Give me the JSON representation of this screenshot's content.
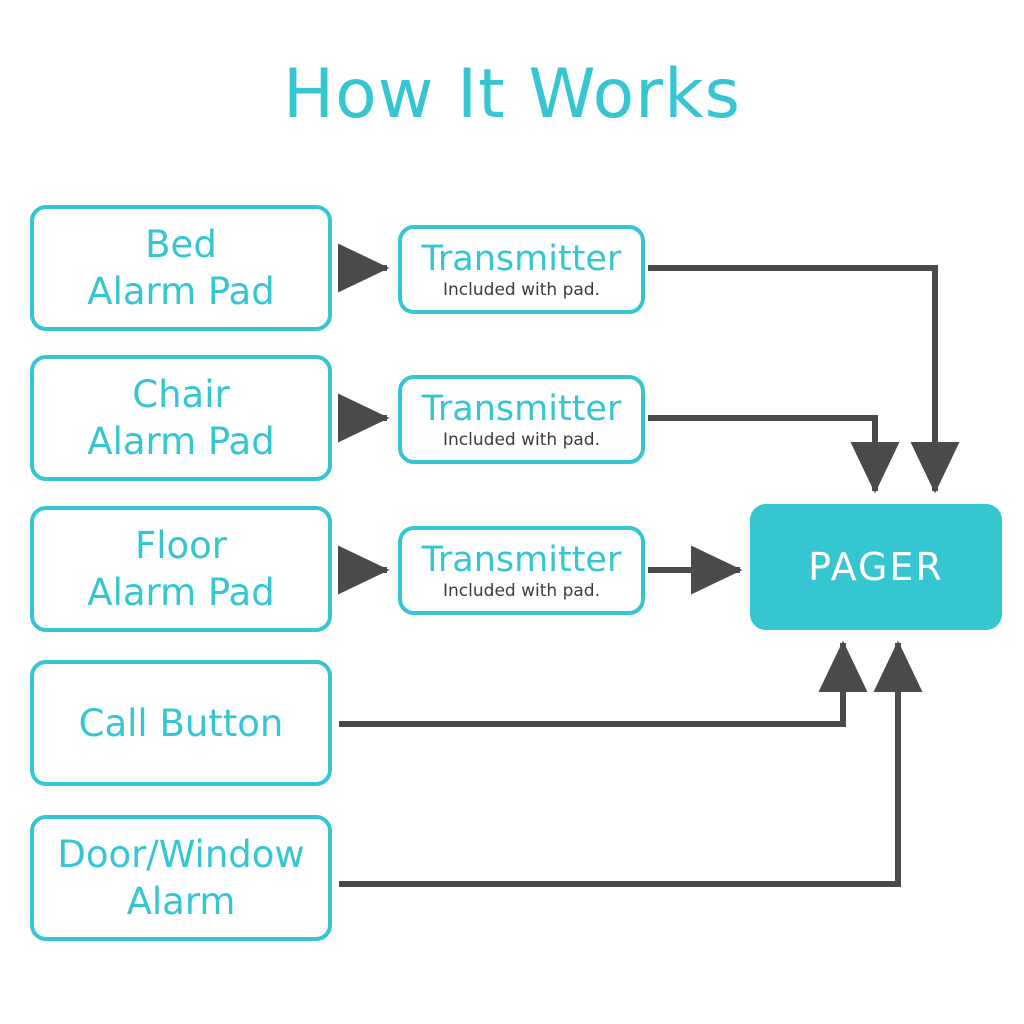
{
  "title": "How It Works",
  "palette": {
    "teal": "#35c6d2",
    "teal_fill": "#35c6d2",
    "wire_gray": "#4a4a4a",
    "caption_gray": "#3b3b3b",
    "background": "#ffffff",
    "pager_text": "#ffffff"
  },
  "nodes": {
    "bed_pad": {
      "label": "Bed\nAlarm Pad"
    },
    "chair_pad": {
      "label": "Chair\nAlarm Pad"
    },
    "floor_pad": {
      "label": "Floor\nAlarm Pad"
    },
    "call_button": {
      "label": "Call Button"
    },
    "door_window": {
      "label": "Door/Window\nAlarm"
    },
    "transmitter_bed": {
      "title": "Transmitter",
      "subtitle": "Included with pad."
    },
    "transmitter_chair": {
      "title": "Transmitter",
      "subtitle": "Included with pad."
    },
    "transmitter_floor": {
      "title": "Transmitter",
      "subtitle": "Included with pad."
    },
    "pager": {
      "label": "PAGER"
    }
  },
  "connections": [
    {
      "from": "bed_pad",
      "to": "transmitter_bed",
      "style": "straight-arrow"
    },
    {
      "from": "chair_pad",
      "to": "transmitter_chair",
      "style": "straight-arrow"
    },
    {
      "from": "floor_pad",
      "to": "transmitter_floor",
      "style": "straight-arrow"
    },
    {
      "from": "transmitter_bed",
      "to": "pager",
      "style": "elbow-right-down"
    },
    {
      "from": "transmitter_chair",
      "to": "pager",
      "style": "elbow-right-down"
    },
    {
      "from": "transmitter_floor",
      "to": "pager",
      "style": "straight-arrow"
    },
    {
      "from": "call_button",
      "to": "pager",
      "style": "elbow-right-up"
    },
    {
      "from": "door_window",
      "to": "pager",
      "style": "elbow-right-up"
    }
  ]
}
